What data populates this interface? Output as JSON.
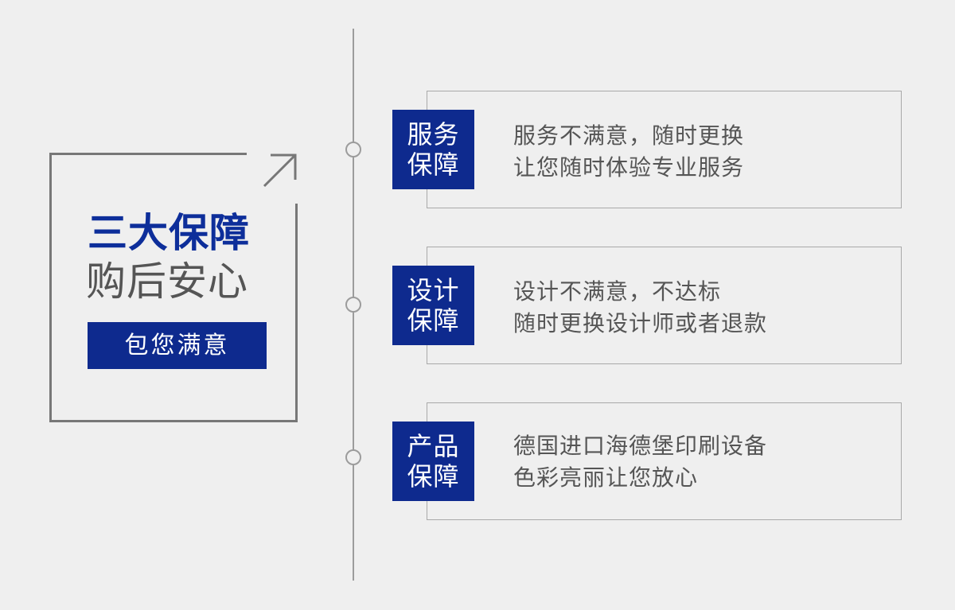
{
  "promo": {
    "title": "三大保障",
    "subtitle": "购后安心",
    "badge": "包您满意"
  },
  "icons": {
    "arrow": "arrow-up-right-icon",
    "node": "circle-node-icon"
  },
  "colors": {
    "brand_blue": "#0e2a8e",
    "title_blue": "#0d2e9a",
    "text_gray": "#555555",
    "line_gray": "#9c9c9c",
    "background": "#efefef"
  },
  "guarantees": [
    {
      "tag_line1": "服务",
      "tag_line2": "保障",
      "desc_line1": "服务不满意，随时更换",
      "desc_line2": "让您随时体验专业服务"
    },
    {
      "tag_line1": "设计",
      "tag_line2": "保障",
      "desc_line1": "设计不满意，不达标",
      "desc_line2": "随时更换设计师或者退款"
    },
    {
      "tag_line1": "产品",
      "tag_line2": "保障",
      "desc_line1": "德国进口海德堡印刷设备",
      "desc_line2": "色彩亮丽让您放心"
    }
  ]
}
